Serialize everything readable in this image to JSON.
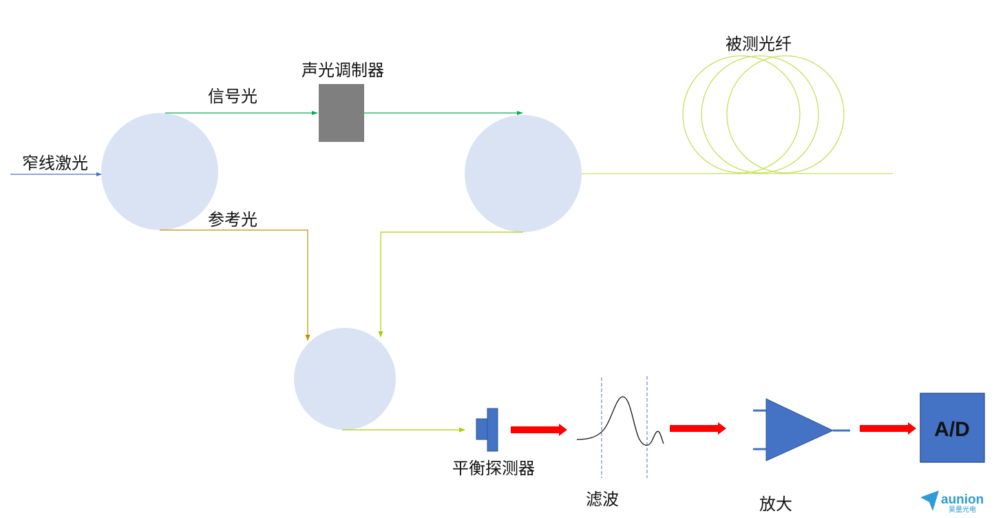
{
  "labels": {
    "narrow_laser": "窄线激光",
    "signal_light": "信号光",
    "aom": "声光调制器",
    "fiber_under_test": "被测光纤",
    "reference_light": "参考光",
    "balanced_detector": "平衡探测器",
    "filter": "滤波",
    "amplifier": "放大",
    "adc": "A/D"
  },
  "logo": {
    "text": "aunion",
    "subtext": "昊量光电"
  },
  "colors": {
    "coupler_fill": "#dae3f3",
    "input_arrow": "#4472c4",
    "signal_path": "#00b050",
    "reference_path": "#bf8f00",
    "fiber": "#c5e05e",
    "device_fill": "#4472c4",
    "device_stroke": "#2f5597",
    "aom_fill": "#7f7f7f",
    "big_arrow": "#ff0000",
    "logo": "#2e9bd6"
  }
}
